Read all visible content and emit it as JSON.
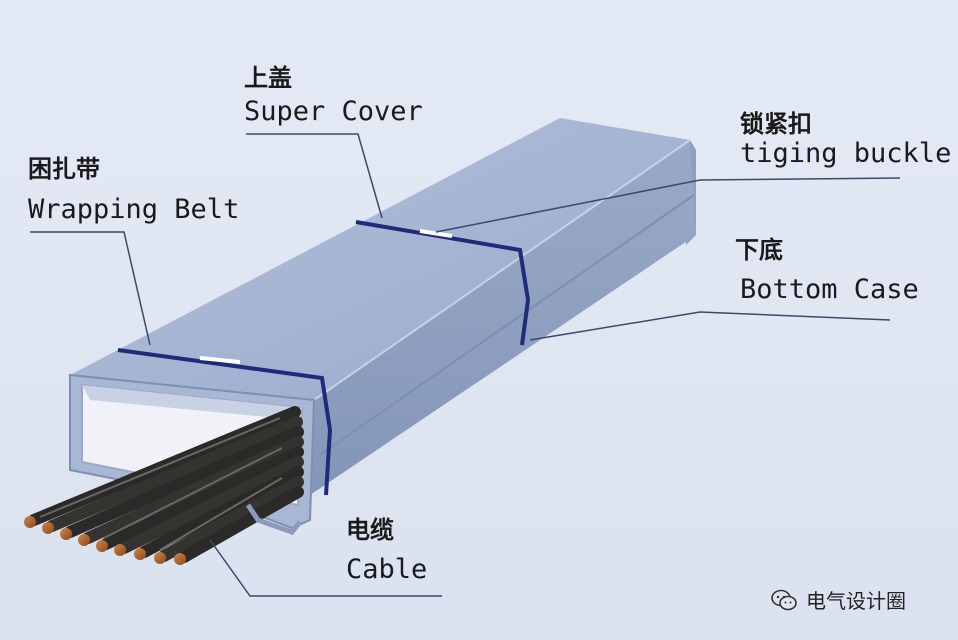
{
  "labels": {
    "super_cover": {
      "cn": "上盖",
      "en": "Super Cover"
    },
    "wrapping_belt": {
      "cn": "困扎带",
      "en": "Wrapping Belt"
    },
    "tiging_buckle": {
      "cn": "锁紧扣",
      "en": "tiging buckle"
    },
    "bottom_case": {
      "cn": "下底",
      "en": "Bottom Case"
    },
    "cable": {
      "cn": "电缆",
      "en": "Cable"
    }
  },
  "watermark": {
    "text": "电气设计圈",
    "icon": "wechat-icon"
  },
  "colors": {
    "background": "#dfe6f2",
    "casing": "#9fb0cf",
    "belt": "#1e2a7a",
    "cable": "#2b2a28",
    "copper": "#b0612c"
  }
}
